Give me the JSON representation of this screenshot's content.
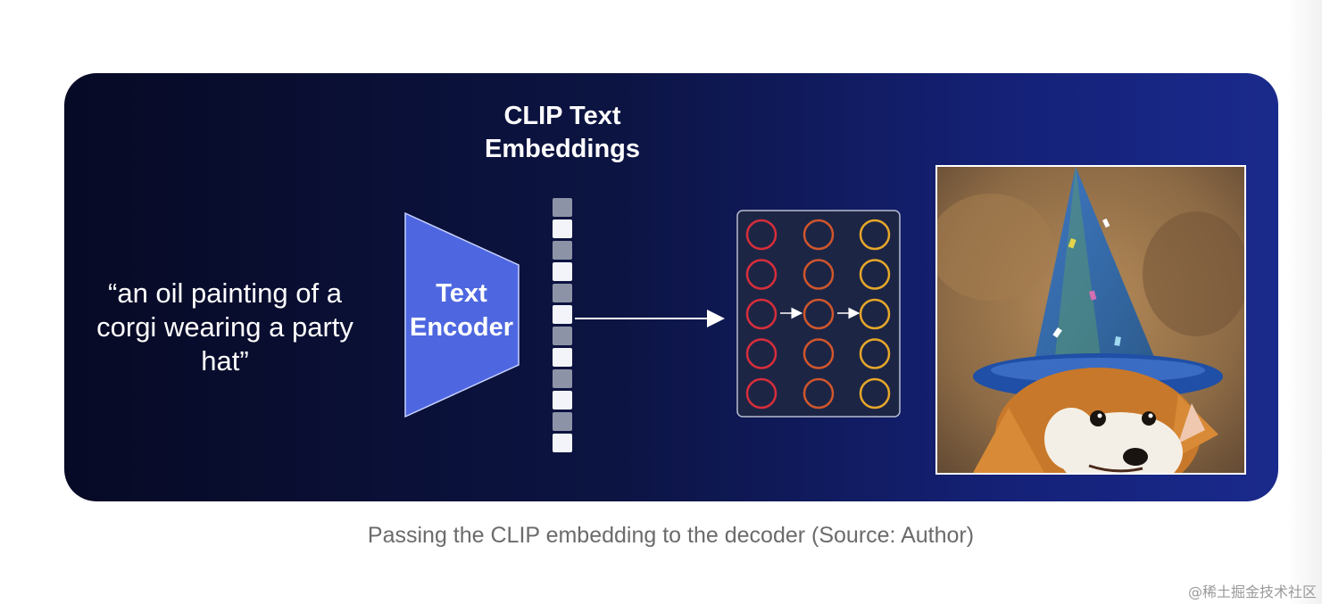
{
  "diagram": {
    "prompt_text": "“an oil painting of a corgi wearing a party hat”",
    "embeddings_title": "CLIP Text Embeddings",
    "encoder_label": "Text Encoder",
    "colors": {
      "encoder_fill": "#4e67e0",
      "circle_col1": "#d72e3a",
      "circle_col2": "#d0562b",
      "circle_col3": "#e6a72a",
      "vector_light": "#f2f4fa",
      "vector_gray": "#8d93a7"
    },
    "image_description_icon": "corgi-party-hat-painting"
  },
  "caption": "Passing the CLIP embedding to the decoder (Source: Author)",
  "watermark": "@稀土掘金技术社区"
}
